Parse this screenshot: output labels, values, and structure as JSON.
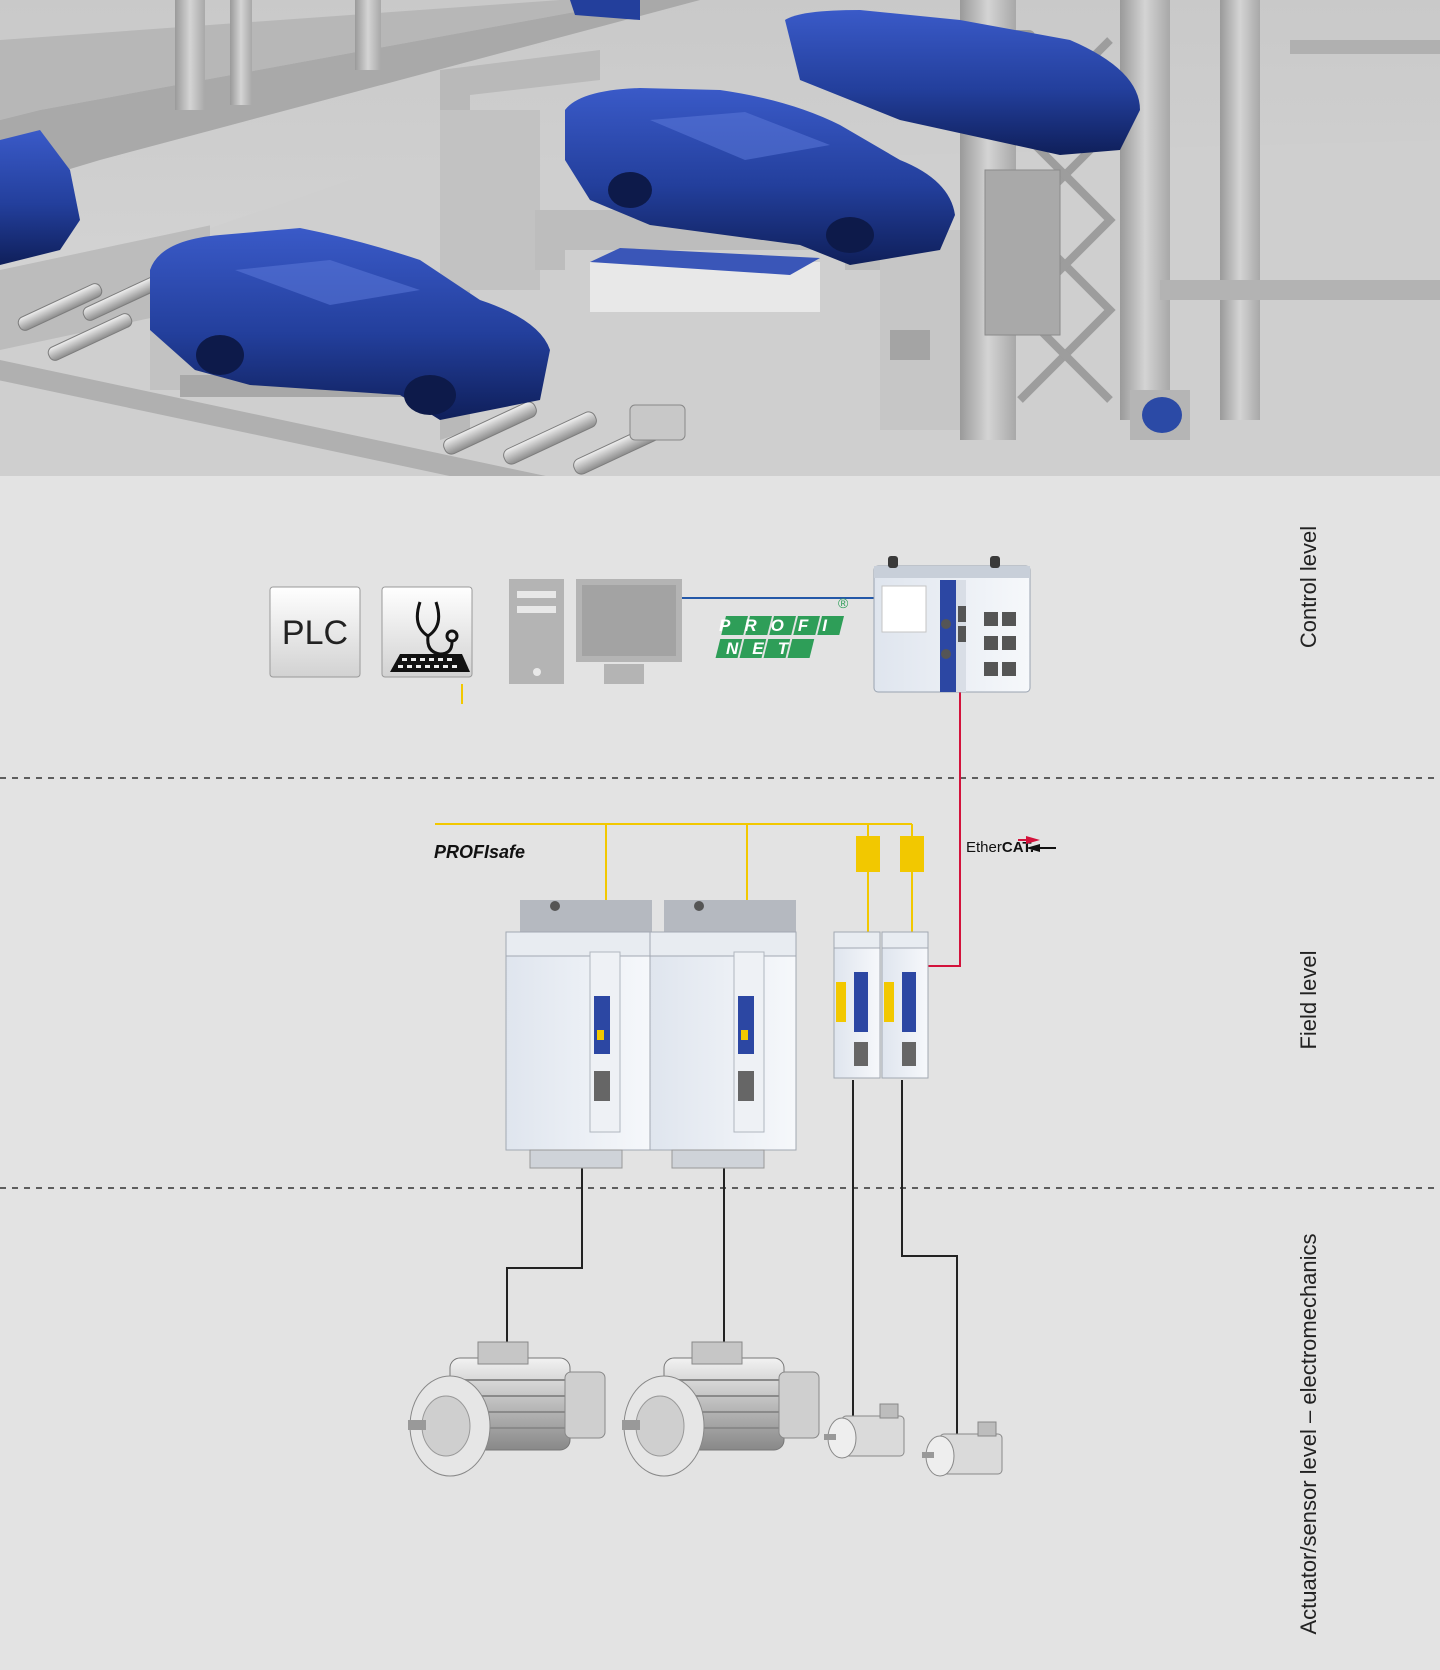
{
  "levels": {
    "control": "Control level",
    "field": "Field level",
    "actuator": "Actuator/sensor level – electromechanics"
  },
  "icons": {
    "plc_label": "PLC"
  },
  "protocols": {
    "profinet_top": "PROFI",
    "profinet_bottom": "NET",
    "profinet_reg": "®",
    "profisafe": "PROFIsafe",
    "ethercat_prefix": "Ether",
    "ethercat_suffix": "CAT."
  },
  "colors": {
    "profinet_line": "#2458a8",
    "profinet_logo": "#2e9e58",
    "ethercat_line": "#d3123b",
    "profisafe_line": "#f2c800",
    "motor_cable": "#222222",
    "device_accent": "#2c47a3",
    "car_body": "#233f9c",
    "background": "#e3e3e3"
  }
}
